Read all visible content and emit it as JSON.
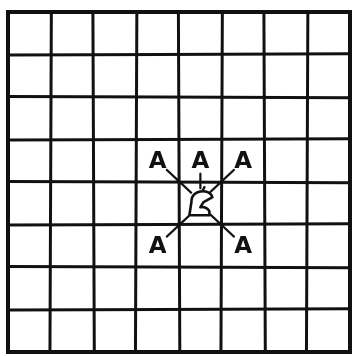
{
  "board": {
    "files": 8,
    "ranks": 8,
    "line_color": "#111111",
    "background_color": "#ffffff"
  },
  "piece": {
    "type": "knight",
    "icon": "knight-icon",
    "square": {
      "col": 4,
      "row": 4
    }
  },
  "targets": [
    {
      "label": "A",
      "col": 3,
      "row": 3
    },
    {
      "label": "A",
      "col": 4,
      "row": 3
    },
    {
      "label": "A",
      "col": 5,
      "row": 3
    },
    {
      "label": "A",
      "col": 3,
      "row": 5
    },
    {
      "label": "A",
      "col": 5,
      "row": 5
    }
  ]
}
